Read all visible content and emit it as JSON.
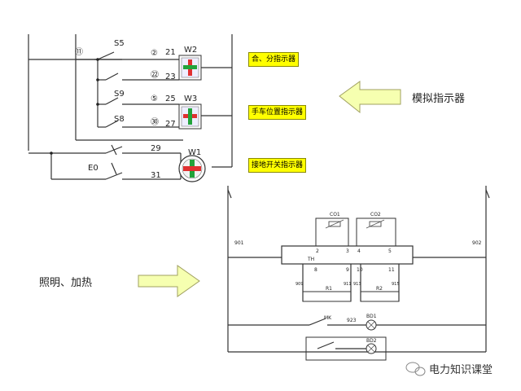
{
  "top_circuit": {
    "node_11": "⑪",
    "switches": [
      "S5",
      "S9",
      "S8"
    ],
    "numbers_circled": [
      "②",
      "㉒",
      "⑤",
      "㉚"
    ],
    "terminals": [
      "21",
      "23",
      "25",
      "27",
      "29",
      "31"
    ],
    "indicators": [
      "W2",
      "W3",
      "W1"
    ],
    "e0": "E0"
  },
  "labels": {
    "combine_split": "合、分指示器",
    "cart_position": "手车位置指示器",
    "grounding_switch": "接地开关指示器",
    "simulated_indicator": "模拟指示器",
    "lighting_heating": "照明、加热"
  },
  "bottom_circuit": {
    "wires": [
      "901",
      "902",
      "923"
    ],
    "th": "TH",
    "co": [
      "CO1",
      "CO2"
    ],
    "pins": [
      "2",
      "3",
      "4",
      "5",
      "8",
      "9",
      "10",
      "11"
    ],
    "resistors": [
      "R1",
      "R2"
    ],
    "side_nums": [
      "909",
      "911",
      "913",
      "915"
    ],
    "mk": "MK",
    "lamps": [
      "BD1",
      "BD2"
    ]
  },
  "watermark": "电力知识课堂",
  "colors": {
    "label_bg": "#ffff00",
    "arrow_fill": "#f6ffb0",
    "arrow_stroke": "#a0a060",
    "indicator_green": "#22a33a",
    "indicator_red": "#e03030"
  }
}
